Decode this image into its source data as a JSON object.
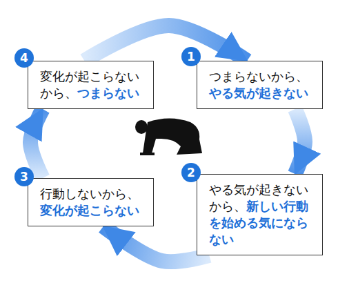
{
  "diagram": {
    "nodes": [
      {
        "text": [
          "つまらないから、",
          "やる気が起きない"
        ]
      },
      {
        "text": [
          "やる気が起きないから、",
          "新しい行動を始める気にならない"
        ]
      },
      {
        "text": [
          "行動しないから、",
          "変化が起こらない"
        ]
      },
      {
        "text": [
          "変化が起こらないから、",
          "つまらない"
        ]
      }
    ],
    "edges": [
      {
        "from": 0,
        "to": 1,
        "arrow": "to"
      },
      {
        "from": 1,
        "to": 2,
        "arrow": "to"
      },
      {
        "from": 2,
        "to": 3,
        "arrow": "to"
      },
      {
        "from": 3,
        "to": 0,
        "arrow": "to"
      }
    ],
    "labels": [
      "1",
      "2",
      "3",
      "4"
    ]
  }
}
